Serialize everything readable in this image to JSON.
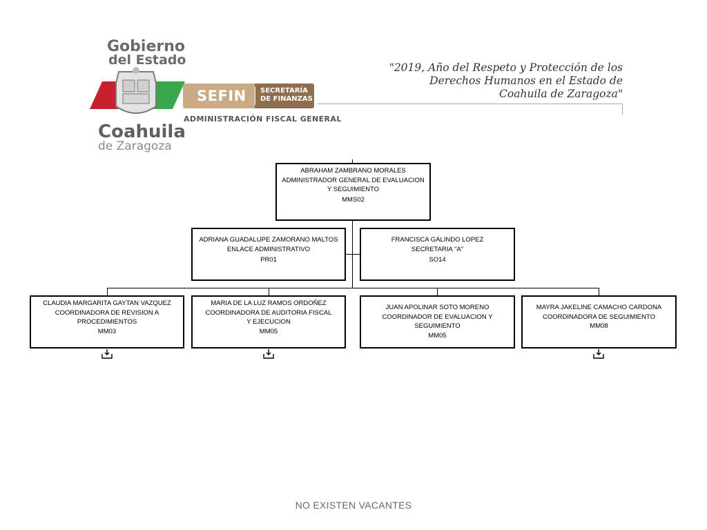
{
  "header": {
    "logo_gobierno_line1": "Gobierno",
    "logo_gobierno_line2": "del Estado",
    "logo_state_name": "Coahuila",
    "logo_state_sub": "de Zaragoza",
    "sefin_acronym": "SEFIN",
    "sefin_sub_line1": "SECRETARÍA",
    "sefin_sub_line2": "DE FINANZAS",
    "department": "ADMINISTRACIÓN FISCAL GENERAL",
    "motto_line1": "\"2019, Año del Respeto y Protección de los",
    "motto_line2": "Derechos Humanos en el Estado de",
    "motto_line3": "Coahuila de Zaragoza\"",
    "colors": {
      "red": "#c8202f",
      "green": "#3aa84a",
      "sefin_light": "#c9aa85",
      "sefin_dark": "#8e6e50"
    }
  },
  "org": {
    "head": {
      "name": "ABRAHAM ZAMBRANO MORALES",
      "position": "ADMINISTRADOR GENERAL DE EVALUACION Y SEGUIMIENTO",
      "code": "MMS02"
    },
    "staff": [
      {
        "name": "ADRIANA GUADALUPE ZAMORANO MALTOS",
        "position": "ENLACE ADMINISTRATIVO",
        "code": "PR01"
      },
      {
        "name": "FRANCISCA GALINDO LOPEZ",
        "position": "SECRETARIA \"A\"",
        "code": "SO14"
      }
    ],
    "units": [
      {
        "name": "CLAUDIA MARGARITA GAYTAN VAZQUEZ",
        "position": "COORDINADORA DE REVISION A PROCEDIMIENTOS",
        "code": "MM03"
      },
      {
        "name": "MARIA DE LA LUZ RAMOS ORDOÑEZ",
        "position": "COORDINADORA DE AUDITORIA FISCAL Y EJECUCION",
        "code": "MM05"
      },
      {
        "name": "JUAN APOLINAR SOTO MORENO",
        "position": "COORDINADOR DE EVALUACION Y SEGUIMIENTO",
        "code": "MM05"
      },
      {
        "name": "MAYRA JAKELINE CAMACHO CARDONA",
        "position": "COORDINADORA DE SEGUIMIENTO",
        "code": "MM08"
      }
    ]
  },
  "footer": {
    "note": "NO EXISTEN VACANTES"
  }
}
